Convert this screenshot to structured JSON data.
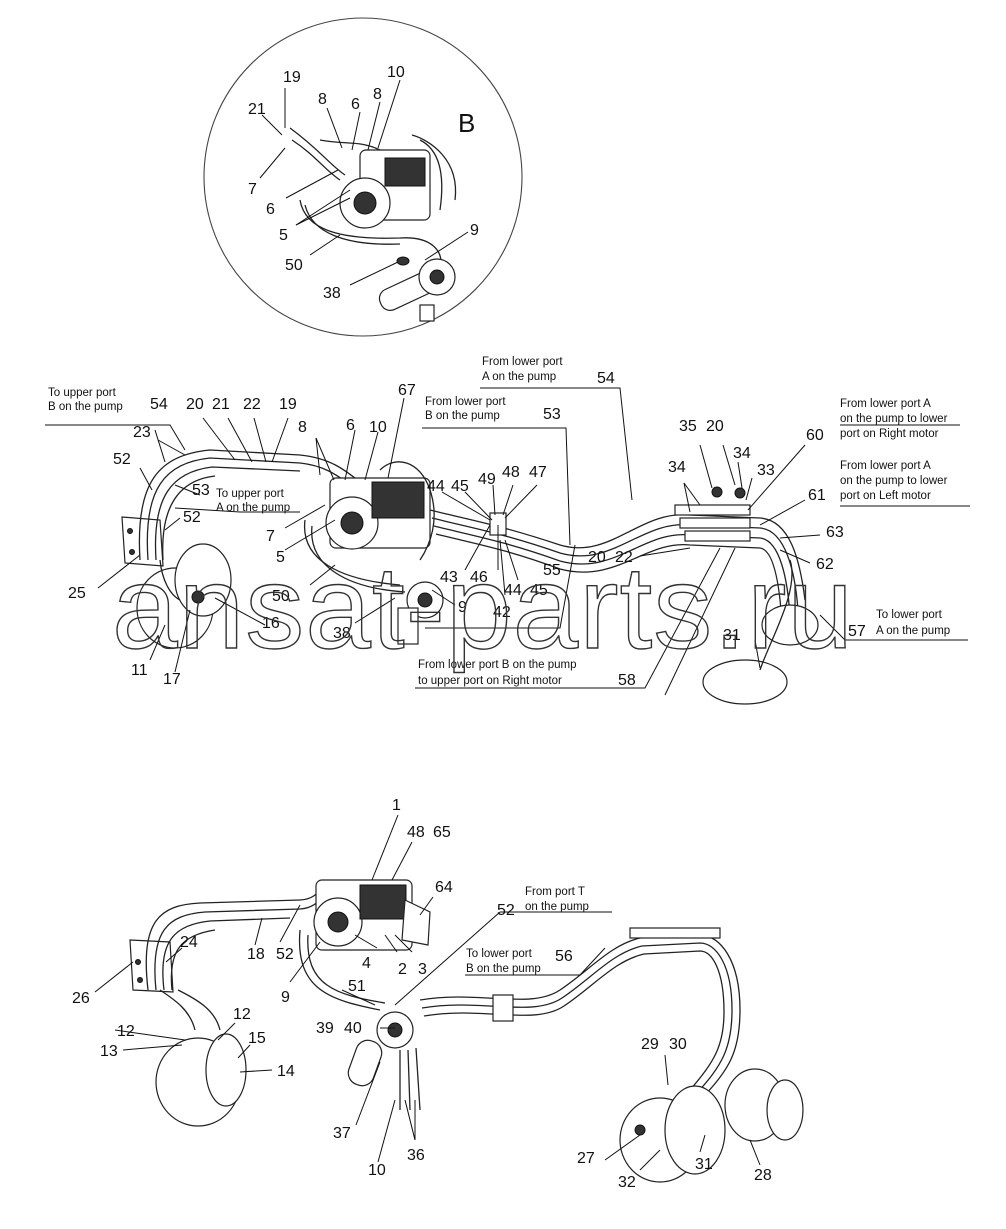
{
  "detail": {
    "letter": "B"
  },
  "watermark": "ansat-parts.ru",
  "annotations": {
    "a1": [
      "To upper port",
      "B on the pump"
    ],
    "a2": [
      "To upper port",
      "A on the pump"
    ],
    "a3": [
      "From lower port",
      "B on the pump"
    ],
    "a4": [
      "From lower port",
      "A on the pump"
    ],
    "a5": [
      "From lower port A",
      "on the pump to lower",
      "port on Right motor"
    ],
    "a6": [
      "From lower port A",
      "on the pump to lower",
      "port on Left motor"
    ],
    "a7": [
      "To lower port",
      "A on the pump"
    ],
    "a8": [
      "From lower port B on the pump",
      "to upper port on Right motor"
    ],
    "a9": [
      "From port T",
      "on the pump"
    ],
    "a10": [
      "To lower port",
      "B on the pump"
    ]
  },
  "labels": [
    "19",
    "21",
    "8",
    "6",
    "8",
    "10",
    "7",
    "6",
    "5",
    "50",
    "9",
    "38",
    "54",
    "20",
    "21",
    "22",
    "19",
    "8",
    "6",
    "10",
    "67",
    "23",
    "52",
    "53",
    "52",
    "25",
    "7",
    "5",
    "50",
    "38",
    "16",
    "11",
    "17",
    "9",
    "44",
    "45",
    "49",
    "48",
    "47",
    "43",
    "46",
    "44",
    "45",
    "42",
    "54",
    "53",
    "55",
    "20",
    "22",
    "35",
    "20",
    "34",
    "34",
    "33",
    "60",
    "61",
    "63",
    "62",
    "57",
    "31",
    "58",
    "1",
    "48",
    "65",
    "64",
    "52",
    "24",
    "18",
    "52",
    "2",
    "3",
    "4",
    "9",
    "51",
    "26",
    "12",
    "12",
    "13",
    "15",
    "14",
    "39",
    "40",
    "37",
    "10",
    "36",
    "56",
    "29",
    "30",
    "27",
    "32",
    "31",
    "28"
  ]
}
